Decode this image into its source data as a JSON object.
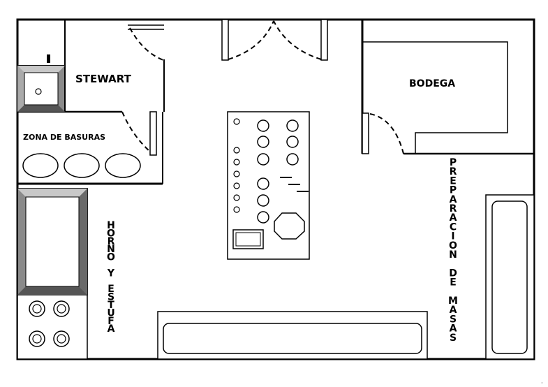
{
  "plan": {
    "rooms": {
      "stewart": "STEWART",
      "zona_basuras": "ZONA DE BASURAS",
      "bodega": "BODEGA",
      "horno_estufa": "HORNO Y ESTUFA",
      "preparacion_masas": "PREPARACION DE MASAS"
    },
    "colors": {
      "line": "#000000",
      "bevel_dark": "#555555",
      "bevel_mid": "#8a8a8a",
      "bevel_light": "#c8c8c8",
      "background": "#ffffff"
    }
  }
}
